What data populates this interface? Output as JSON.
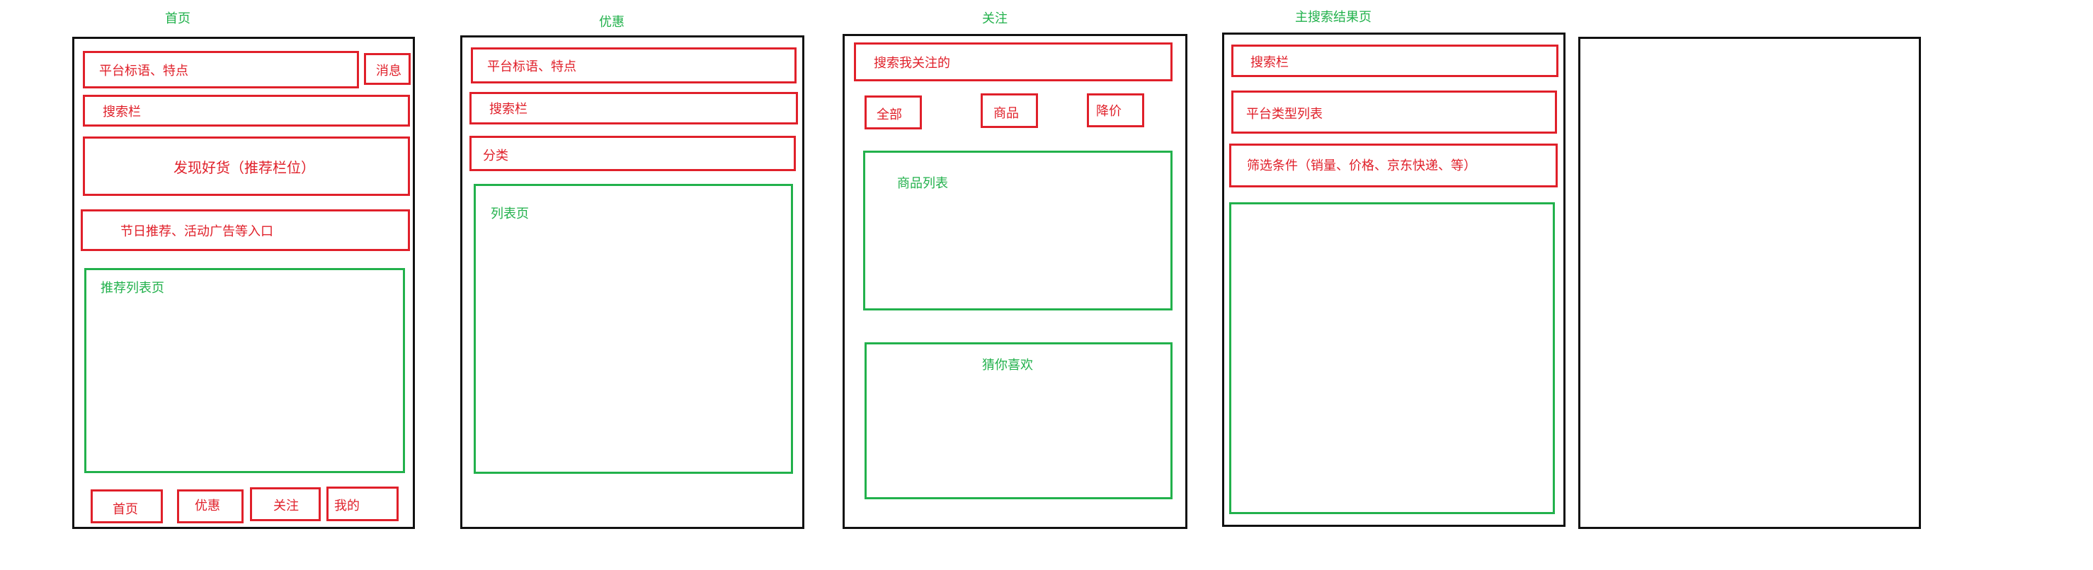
{
  "colors": {
    "frame": "#111111",
    "red": "#e0202a",
    "green": "#22b14c"
  },
  "home": {
    "title": "首页",
    "slogan": "平台标语、特点",
    "message": "消息",
    "search": "搜索栏",
    "discover": "发现好货（推荐栏位）",
    "promo": "节日推荐、活动广告等入口",
    "list": "推荐列表页",
    "tabs": [
      "首页",
      "优惠",
      "关注",
      "我的"
    ]
  },
  "deals": {
    "title": "优惠",
    "slogan": "平台标语、特点",
    "search": "搜索栏",
    "category": "分类",
    "list": "列表页"
  },
  "follow": {
    "title": "关注",
    "search": "搜索我关注的",
    "filters": [
      "全部",
      "商品",
      "降价"
    ],
    "product_list": "商品列表",
    "guess": "猜你喜欢"
  },
  "results": {
    "title": "主搜索结果页",
    "search": "搜索栏",
    "platform_types": "平台类型列表",
    "filters": "筛选条件（销量、价格、京东快递、等）"
  }
}
